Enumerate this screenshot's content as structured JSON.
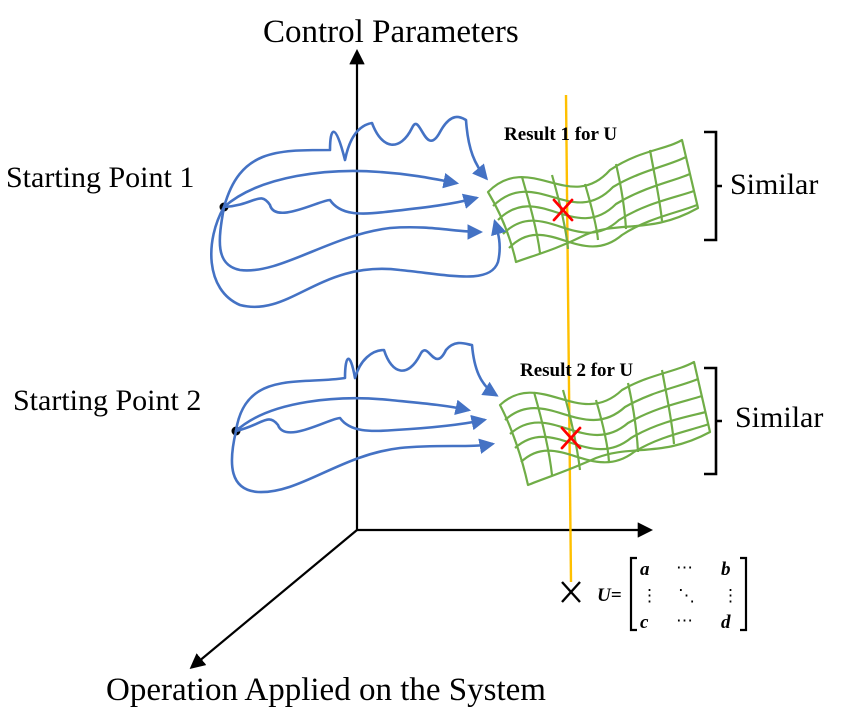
{
  "axes": {
    "vertical_label": "Control Parameters",
    "diagonal_label": "Operation Applied on the System"
  },
  "start_points": [
    {
      "label": "Starting Point 1"
    },
    {
      "label": "Starting Point 2"
    }
  ],
  "results": [
    {
      "label": "Result 1 for U",
      "bracket_label": "Similar"
    },
    {
      "label": "Result 2 for U",
      "bracket_label": "Similar"
    }
  ],
  "matrix": {
    "lhs": "U=",
    "top_left": "a",
    "top_mid": "⋯",
    "top_right": "b",
    "mid_left": "⋮",
    "mid_mid": "⋱",
    "mid_right": "⋮",
    "bot_left": "c",
    "bot_mid": "⋯",
    "bot_right": "d"
  },
  "colors": {
    "trajectory": "#4472c4",
    "surface": "#70ad47",
    "marker": "#ff0000",
    "intersect_line": "#ffc000"
  }
}
